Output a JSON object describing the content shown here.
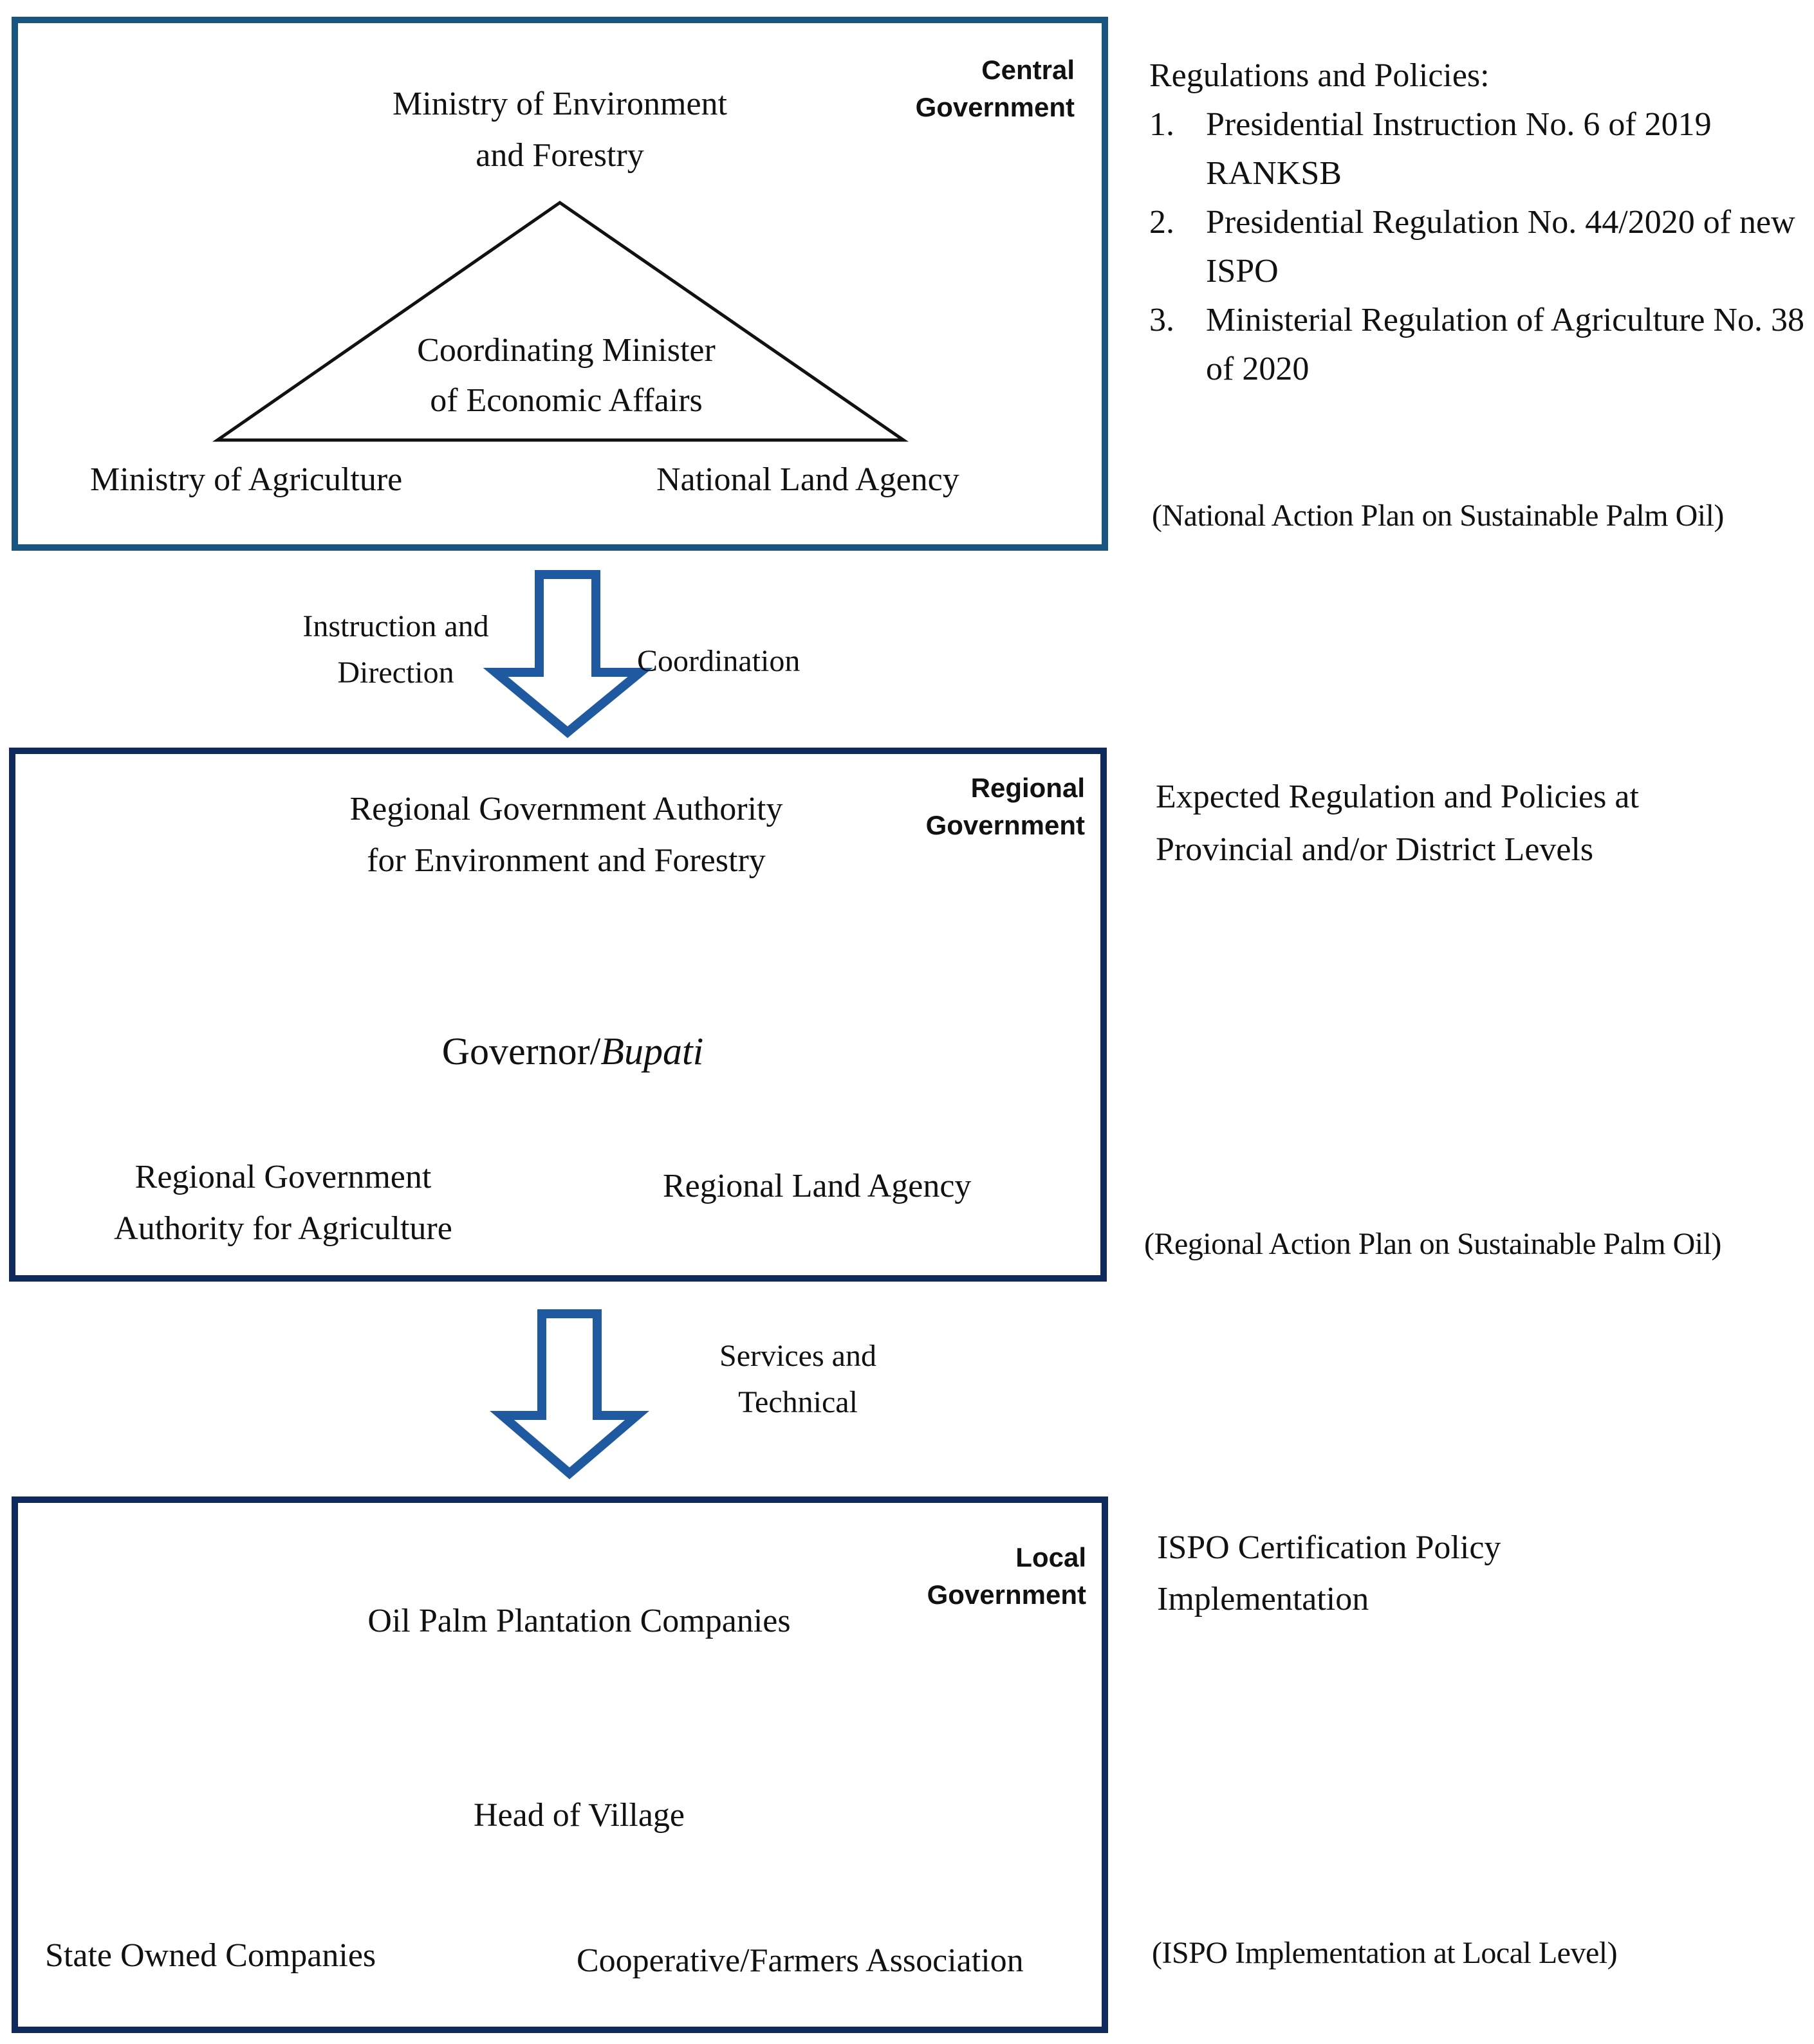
{
  "central": {
    "level_label": [
      "Central",
      "Government"
    ],
    "top": [
      "Ministry of Environment",
      "and Forestry"
    ],
    "center": [
      "Coordinating Minister",
      "of Economic Affairs"
    ],
    "bottom_left": "Ministry of Agriculture",
    "bottom_right": "National Land Agency"
  },
  "central_side": {
    "heading": "Regulations and Policies:",
    "items": [
      {
        "num": "1.",
        "text": "Presidential Instruction No. 6 of 2019 RANKSB"
      },
      {
        "num": "2.",
        "text": "Presidential Regulation No. 44/2020 of new ISPO"
      },
      {
        "num": "3.",
        "text": "Ministerial Regulation of Agriculture No. 38 of 2020"
      }
    ],
    "footnote": "(National Action Plan on Sustainable Palm Oil)"
  },
  "arrow1": {
    "left_label": [
      "Instruction and",
      "Direction"
    ],
    "right_label": "Coordination"
  },
  "regional": {
    "level_label": [
      "Regional",
      "Government"
    ],
    "top": [
      "Regional Government Authority",
      "for Environment and Forestry"
    ],
    "center_plain": "Governor/",
    "center_italic": "Bupati",
    "bottom_left": [
      "Regional Government",
      "Authority for Agriculture"
    ],
    "bottom_right": "Regional Land Agency"
  },
  "regional_side": {
    "heading": [
      "Expected Regulation and Policies at",
      "Provincial and/or District Levels"
    ],
    "footnote": "(Regional Action Plan on Sustainable Palm Oil)"
  },
  "arrow2": {
    "right_label": [
      "Services and",
      "Technical"
    ]
  },
  "local": {
    "level_label": [
      "Local",
      "Government"
    ],
    "top": "Oil Palm Plantation Companies",
    "center": "Head of Village",
    "bottom_left": "State Owned Companies",
    "bottom_right": "Cooperative/Farmers Association"
  },
  "local_side": {
    "heading": [
      "ISPO Certification Policy",
      "Implementation"
    ],
    "footnote": "(ISPO Implementation at Local Level)"
  },
  "colors": {
    "central_border": "#1a5580",
    "box_border": "#102a5c",
    "arrow": "#1f5aa0"
  }
}
